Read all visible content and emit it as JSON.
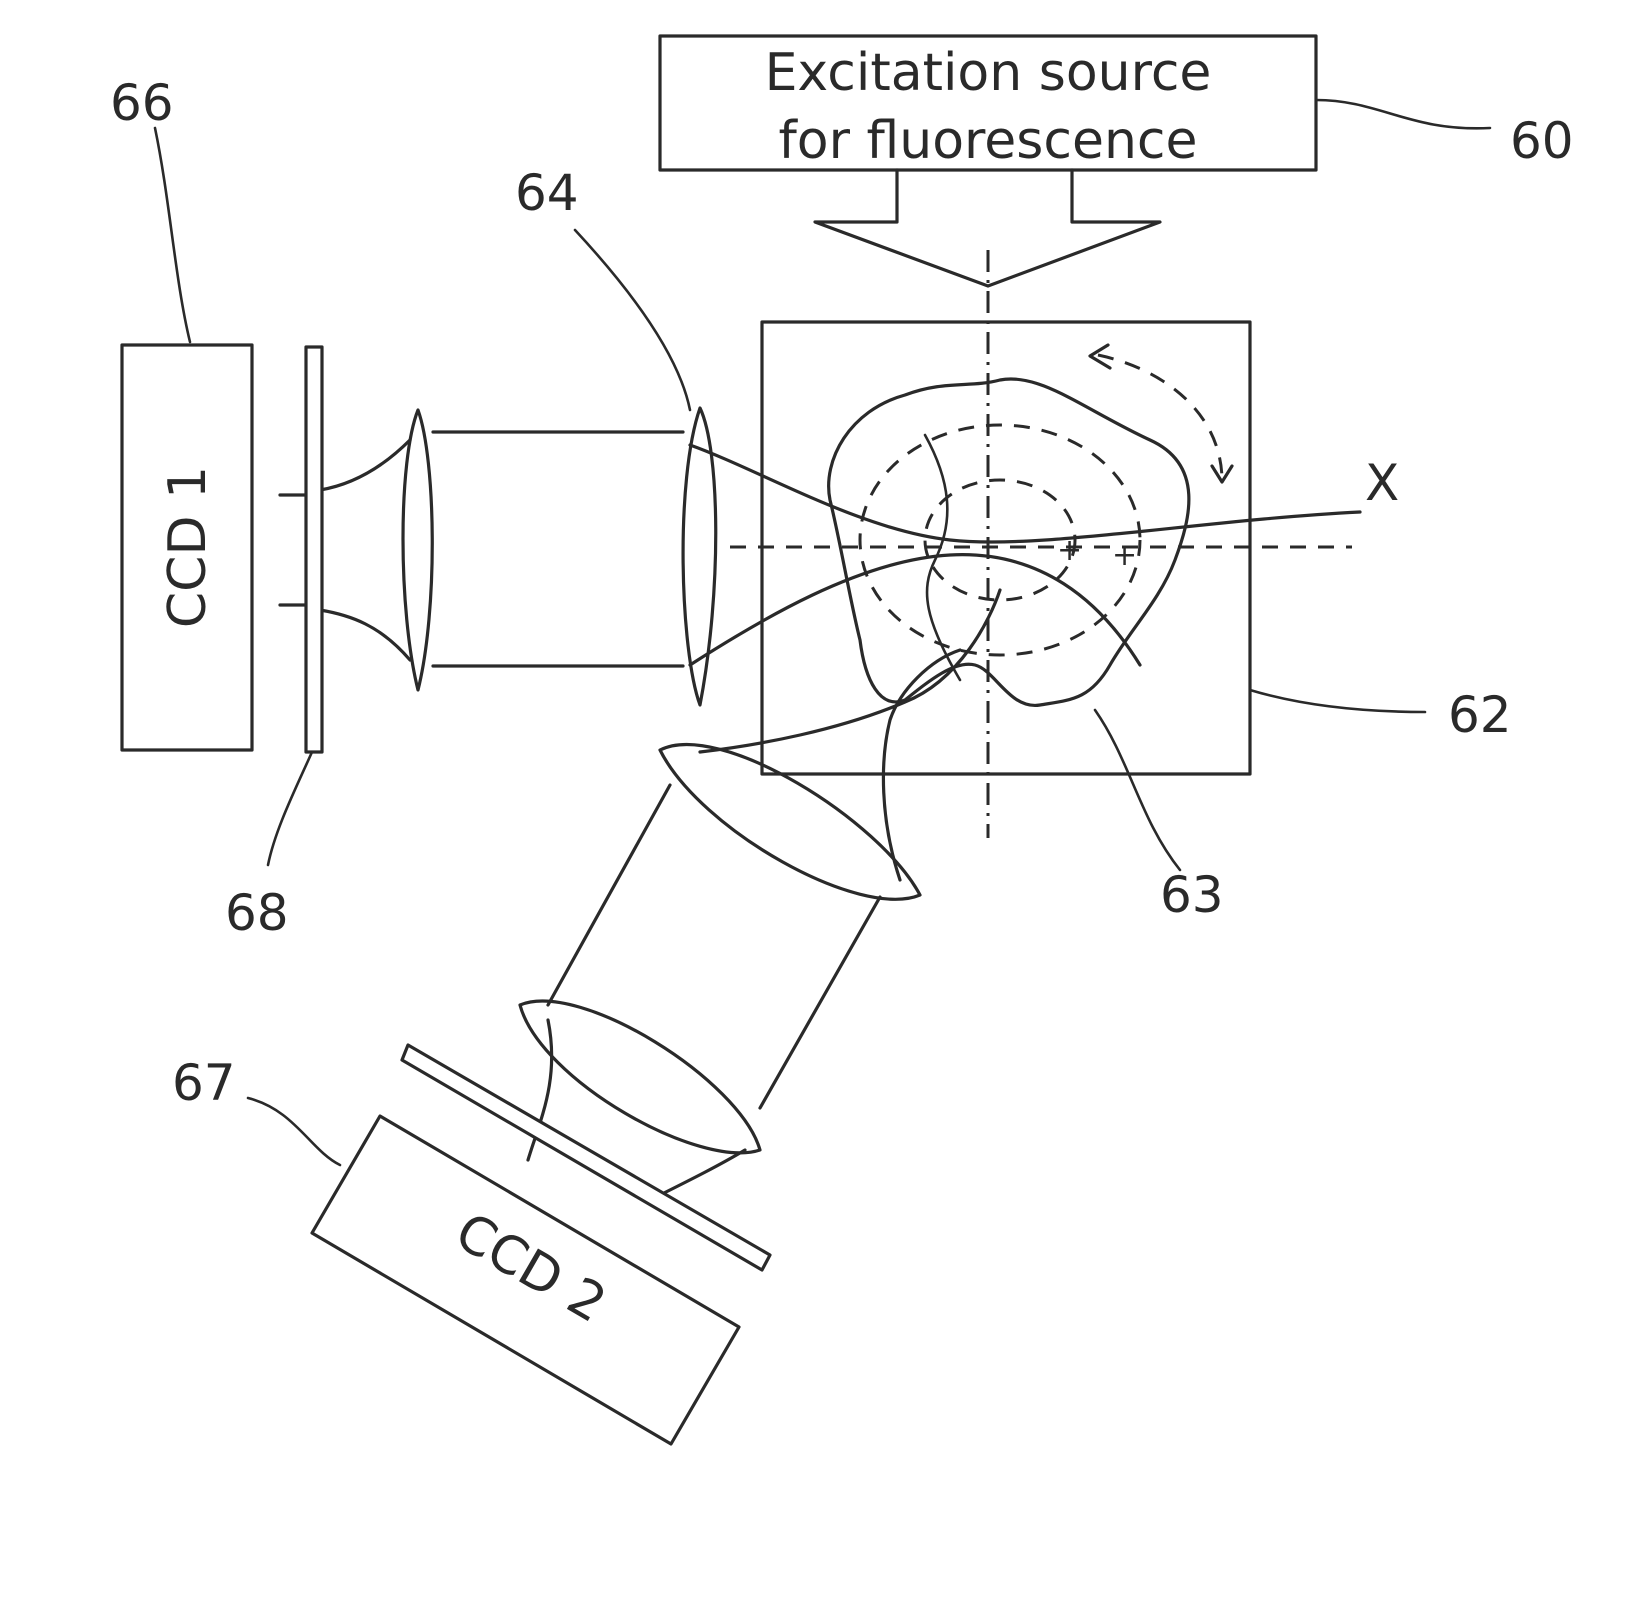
{
  "source": {
    "line1": "Excitation source",
    "line2": "for fluorescence"
  },
  "ccd1": {
    "label": "CCD 1"
  },
  "ccd2": {
    "label": "CCD 2"
  },
  "axis_label": "X",
  "refs": {
    "source": "60",
    "chamber": "62",
    "sample": "63",
    "lens": "64",
    "ccd1": "66",
    "ccd2": "67",
    "filter": "68"
  }
}
